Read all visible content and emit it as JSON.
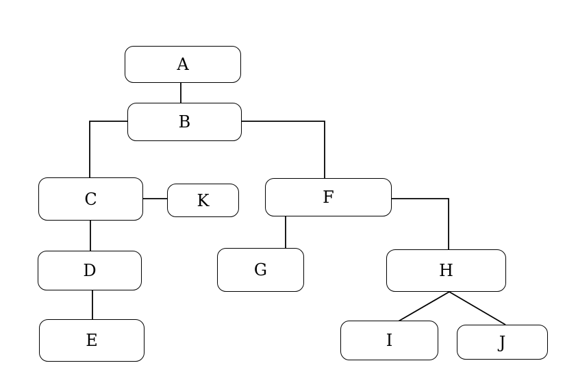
{
  "diagram": {
    "type": "tree",
    "nodes": {
      "a": "A",
      "b": "B",
      "c": "C",
      "d": "D",
      "e": "E",
      "f": "F",
      "g": "G",
      "h": "H",
      "i": "I",
      "j": "J",
      "k": "K"
    },
    "edges": [
      [
        "A",
        "B"
      ],
      [
        "B",
        "C"
      ],
      [
        "B",
        "F"
      ],
      [
        "C",
        "K"
      ],
      [
        "C",
        "D"
      ],
      [
        "D",
        "E"
      ],
      [
        "F",
        "G"
      ],
      [
        "F",
        "H"
      ],
      [
        "H",
        "I"
      ],
      [
        "H",
        "J"
      ]
    ],
    "colors": {
      "stroke": "#000000",
      "fill": "#ffffff",
      "background": "#ffffff"
    }
  }
}
